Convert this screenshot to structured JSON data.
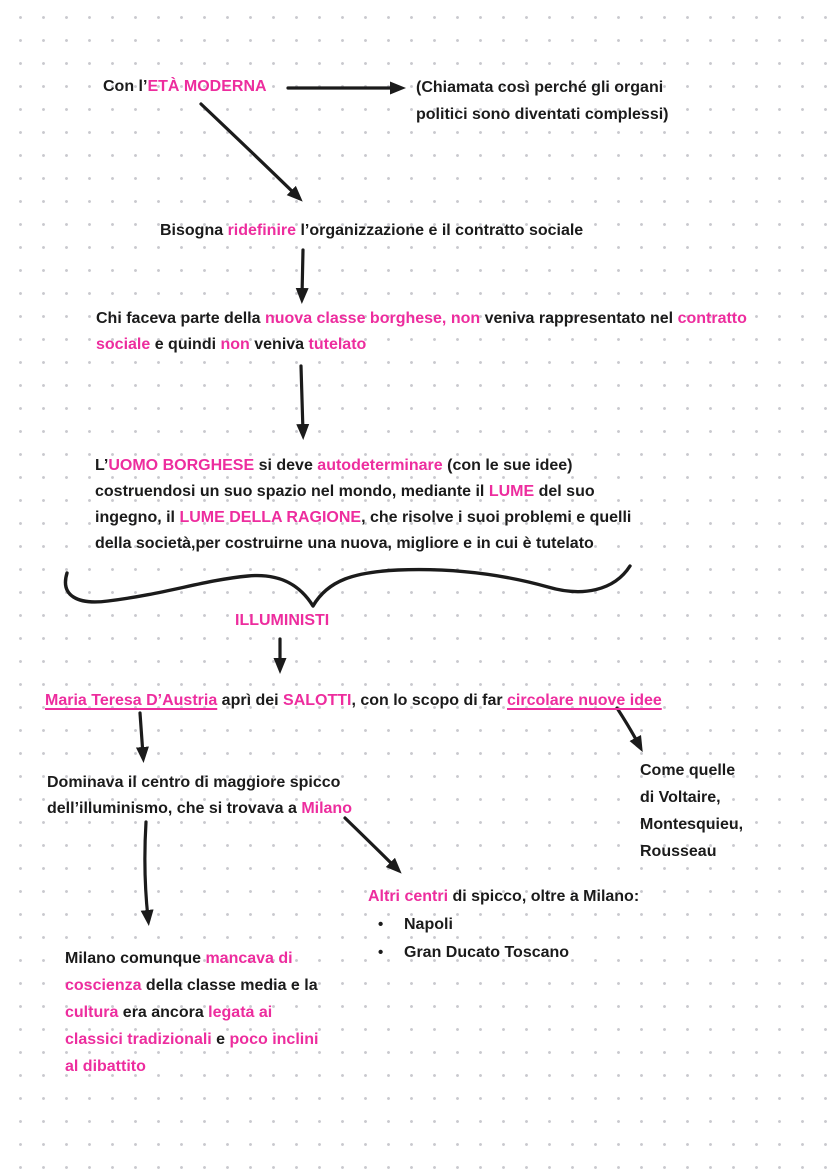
{
  "colors": {
    "ink": "#1b1b1b",
    "pink": "#ed2d9e",
    "dot": "#c9c9ce",
    "paper": "#ffffff"
  },
  "nodes": {
    "eta_moderna": {
      "segments": [
        {
          "t": "Con l’",
          "c": "black"
        },
        {
          "t": "ETÀ MODERNA",
          "c": "pink"
        }
      ]
    },
    "note_organi": {
      "segments": [
        {
          "t": "(Chiamata così perché gli organi",
          "c": "black"
        },
        {
          "br": true
        },
        {
          "t": "politici sono diventati complessi)",
          "c": "black"
        }
      ]
    },
    "bisogna": {
      "segments": [
        {
          "t": "Bisogna ",
          "c": "black"
        },
        {
          "t": "ridefinire",
          "c": "pink"
        },
        {
          "t": " l’organizzazione e il contratto sociale",
          "c": "black"
        }
      ]
    },
    "chi_faceva": {
      "segments": [
        {
          "t": "Chi faceva parte della ",
          "c": "black"
        },
        {
          "t": "nuova classe borghese,",
          "c": "pink"
        },
        {
          "t": " ",
          "c": "black"
        },
        {
          "t": "non",
          "c": "pink"
        },
        {
          "t": " veniva rappresentato nel ",
          "c": "black"
        },
        {
          "t": "contratto",
          "c": "pink"
        },
        {
          "br": true
        },
        {
          "t": "sociale",
          "c": "pink"
        },
        {
          "t": " e quindi ",
          "c": "black"
        },
        {
          "t": "non",
          "c": "pink"
        },
        {
          "t": " veniva ",
          "c": "black"
        },
        {
          "t": "tutelato",
          "c": "pink"
        }
      ]
    },
    "uomo_borghese": {
      "segments": [
        {
          "t": "L’",
          "c": "black"
        },
        {
          "t": "UOMO BORGHESE",
          "c": "pink"
        },
        {
          "t": " si deve ",
          "c": "black"
        },
        {
          "t": "autodeterminare",
          "c": "pink"
        },
        {
          "t": " (con le sue idee)",
          "c": "black"
        },
        {
          "br": true
        },
        {
          "t": "costruendosi un suo spazio nel mondo, mediante il ",
          "c": "black"
        },
        {
          "t": "LUME",
          "c": "pink"
        },
        {
          "t": " del suo",
          "c": "black"
        },
        {
          "br": true
        },
        {
          "t": "ingegno, il ",
          "c": "black"
        },
        {
          "t": "LUME DELLA RAGIONE",
          "c": "pink"
        },
        {
          "t": ", che risolve i suoi problemi e quelli",
          "c": "black"
        },
        {
          "br": true
        },
        {
          "t": "della società,per costruirne una nuova, migliore e in cui è tutelato",
          "c": "black"
        }
      ]
    },
    "illuministi": {
      "segments": [
        {
          "t": "ILLUMINISTI",
          "c": "pink"
        }
      ]
    },
    "maria_teresa": {
      "segments": [
        {
          "t": "Maria Teresa D’Austria",
          "c": "pink",
          "u": true
        },
        {
          "t": " aprì dei ",
          "c": "black"
        },
        {
          "t": "SALOTTI",
          "c": "pink"
        },
        {
          "t": ", con lo scopo di far ",
          "c": "black"
        },
        {
          "t": "circolare nuove idee",
          "c": "pink",
          "u": true
        }
      ]
    },
    "dominava": {
      "segments": [
        {
          "t": "Dominava il centro di maggiore spicco",
          "c": "black"
        },
        {
          "br": true
        },
        {
          "t": "dell’illuminismo, che si trovava a ",
          "c": "black"
        },
        {
          "t": "Milano",
          "c": "pink"
        }
      ]
    },
    "come_quelle": {
      "segments": [
        {
          "t": "Come quelle",
          "c": "black"
        },
        {
          "br": true
        },
        {
          "t": "di Voltaire,",
          "c": "black"
        },
        {
          "br": true
        },
        {
          "t": "Montesquieu,",
          "c": "black"
        },
        {
          "br": true
        },
        {
          "t": "Rousseau",
          "c": "black"
        }
      ]
    },
    "altri_centri": {
      "heading": [
        {
          "t": "Altri centri",
          "c": "pink"
        },
        {
          "t": " di spicco, oltre a Milano:",
          "c": "black"
        }
      ],
      "bullet_glyph": "•",
      "items": [
        "Napoli",
        "Gran Ducato Toscano"
      ]
    },
    "milano_limiti": {
      "segments": [
        {
          "t": "Milano comunque ",
          "c": "black"
        },
        {
          "t": "mancava di",
          "c": "pink"
        },
        {
          "br": true
        },
        {
          "t": "coscienza",
          "c": "pink"
        },
        {
          "t": " della classe media e la",
          "c": "black"
        },
        {
          "br": true
        },
        {
          "t": "cultura",
          "c": "pink"
        },
        {
          "t": " era ancora ",
          "c": "black"
        },
        {
          "t": "legata ai",
          "c": "pink"
        },
        {
          "br": true
        },
        {
          "t": "classici tradizionali",
          "c": "pink"
        },
        {
          "t": " e ",
          "c": "black"
        },
        {
          "t": "poco inclini",
          "c": "pink"
        },
        {
          "br": true
        },
        {
          "t": "al dibattito",
          "c": "pink"
        }
      ]
    }
  },
  "connections": [
    {
      "from": "eta-moderna",
      "to": "note-organi",
      "style": "arrow"
    },
    {
      "from": "eta-moderna",
      "to": "bisogna",
      "style": "arrow"
    },
    {
      "from": "bisogna",
      "to": "chi-faceva",
      "style": "arrow"
    },
    {
      "from": "chi-faceva",
      "to": "uomo-borghese",
      "style": "arrow"
    },
    {
      "from": "uomo-borghese",
      "to": "illuministi",
      "style": "brace"
    },
    {
      "from": "illuministi",
      "to": "maria-teresa",
      "style": "arrow"
    },
    {
      "from": "maria-teresa",
      "to": "dominava",
      "style": "arrow"
    },
    {
      "from": "circolare-nuove-idee",
      "to": "come-quelle",
      "style": "arrow"
    },
    {
      "from": "dominava",
      "to": "milano-limiti",
      "style": "arrow"
    },
    {
      "from": "milano",
      "to": "altri-centri",
      "style": "arrow"
    }
  ]
}
